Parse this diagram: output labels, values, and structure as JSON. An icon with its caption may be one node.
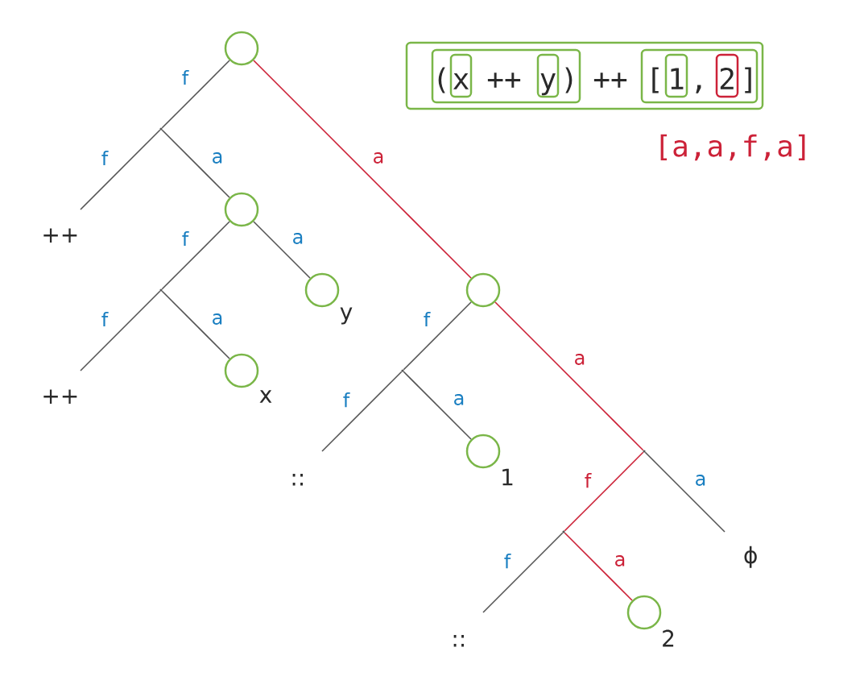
{
  "diagram": {
    "nodes": [
      {
        "text": [
          "++"
        ]
      },
      {
        "text": [
          "(",
          "++",
          ")"
        ],
        "in": 0
      },
      {
        "text": [
          "x"
        ],
        "in": 1
      },
      {
        "text": [
          "y"
        ],
        "in": 1
      },
      {
        "text": [
          "[",
          ",",
          "]"
        ],
        "in": 0
      },
      {
        "text": [
          "1"
        ],
        "in": 4
      },
      {
        "text": [
          "2"
        ],
        "in": 4
      },
      {
        "text": [],
        "shape": "circle"
      },
      {
        "text": [],
        "shape": "point"
      },
      {
        "text": [
          "++"
        ]
      },
      {
        "text": [],
        "shape": "circle"
      },
      {
        "text": [],
        "shape": "point"
      },
      {
        "text": [
          "++"
        ]
      },
      {
        "text": [],
        "shape": "circle",
        "beside": [
          "x"
        ]
      },
      {
        "text": [],
        "shape": "circle",
        "beside": [
          "y"
        ]
      },
      {
        "text": [],
        "shape": "circle"
      },
      {
        "text": [],
        "shape": "point"
      },
      {
        "text": [
          "::"
        ]
      },
      {
        "text": [],
        "shape": "circle",
        "beside": [
          "1"
        ]
      },
      {
        "text": [],
        "shape": "point"
      },
      {
        "text": [],
        "shape": "point"
      },
      {
        "text": [
          "::"
        ]
      },
      {
        "text": [],
        "shape": "circle",
        "beside": [
          "2"
        ]
      },
      {
        "text": [
          "ϕ"
        ]
      }
    ],
    "edges": [
      {
        "from": 7,
        "to": 8,
        "arrow": "none",
        "label": "f"
      },
      {
        "from": 7,
        "to": 15,
        "arrow": "none",
        "label": "a",
        "color": "#cc2238"
      },
      {
        "from": 8,
        "to": 9,
        "arrow": "none",
        "label": "f"
      },
      {
        "from": 8,
        "to": 10,
        "arrow": "none",
        "label": "a"
      },
      {
        "from": 10,
        "to": 11,
        "arrow": "none",
        "label": "f"
      },
      {
        "from": 10,
        "to": 14,
        "arrow": "none",
        "label": "a"
      },
      {
        "from": 11,
        "to": 12,
        "arrow": "none",
        "label": "f"
      },
      {
        "from": 11,
        "to": 13,
        "arrow": "none",
        "label": "a"
      },
      {
        "from": 15,
        "to": 16,
        "arrow": "none",
        "label": "f"
      },
      {
        "from": 15,
        "to": 19,
        "arrow": "none",
        "label": "a",
        "color": "#cc2238"
      },
      {
        "from": 16,
        "to": 17,
        "arrow": "none",
        "label": "f"
      },
      {
        "from": 16,
        "to": 18,
        "arrow": "none",
        "label": "a"
      },
      {
        "from": 19,
        "to": 20,
        "arrow": "none",
        "label": "f",
        "color": "#cc2238"
      },
      {
        "from": 19,
        "to": 23,
        "arrow": "none",
        "label": "a"
      },
      {
        "from": 20,
        "to": 21,
        "arrow": "none",
        "label": "f"
      },
      {
        "from": 20,
        "to": 22,
        "arrow": "none",
        "label": "a",
        "color": "#cc2238"
      }
    ],
    "labels": [
      "[a,a,f,a]"
    ]
  }
}
